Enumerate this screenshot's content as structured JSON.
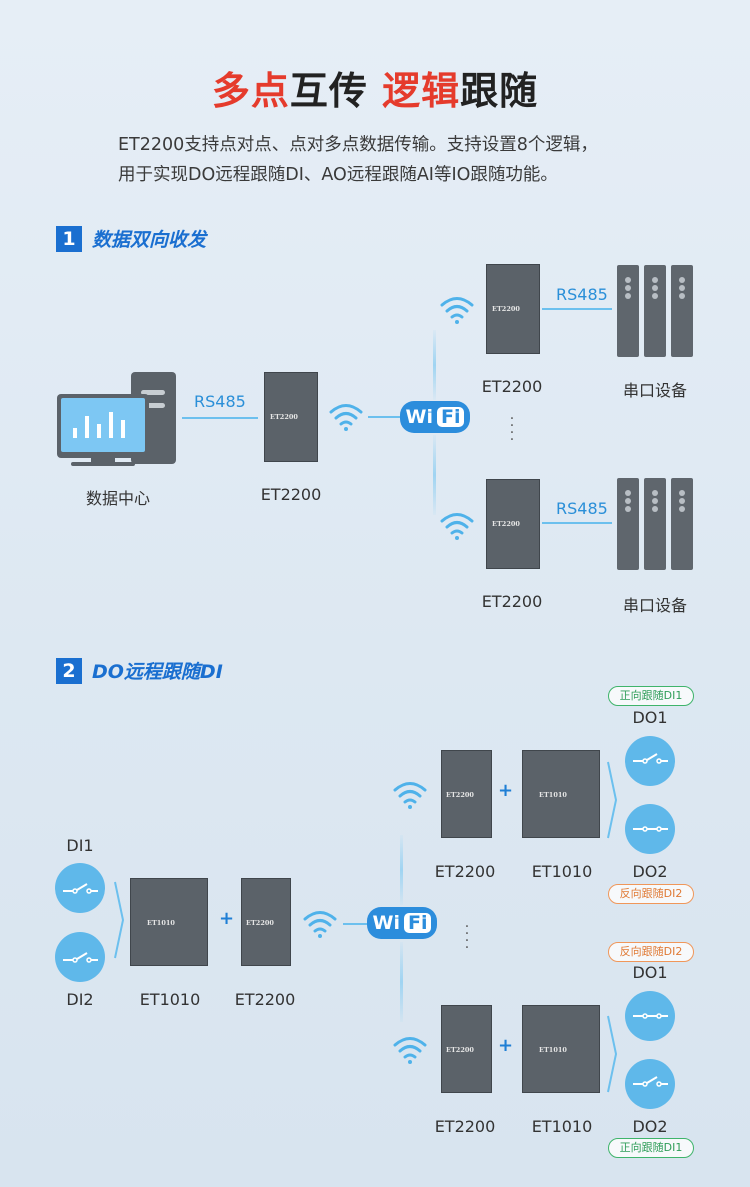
{
  "header": {
    "title_red_1": "多点",
    "title_dark_1": "互传",
    "title_red_2": "逻辑",
    "title_dark_2": "跟随",
    "desc_line1": "ET2200支持点对点、点对多点数据传输。支持设置8个逻辑，",
    "desc_line2": "用于实现DO远程跟随DI、AO远程跟随AI等IO跟随功能。"
  },
  "section1": {
    "num": "1",
    "title": "数据双向收发",
    "rs485": "RS485",
    "data_center": "数据中心",
    "et2200": "ET2200",
    "serial_device": "串口设备",
    "module_text": "ET2200",
    "wifi_wi": "Wi",
    "wifi_fi": "Fi"
  },
  "section2": {
    "num": "2",
    "title": "DO远程跟随DI",
    "di1": "DI1",
    "di2": "DI2",
    "do1": "DO1",
    "do2": "DO2",
    "et1010": "ET1010",
    "et2200": "ET2200",
    "module_et1010": "ET1010",
    "module_et2200": "ET2200",
    "plus": "+",
    "follow_do1_top": "正向跟随DI1",
    "follow_do2_top": "反向跟随DI2",
    "follow_do1_bottom": "反向跟随DI2",
    "follow_do2_bottom": "正向跟随DI1",
    "wifi_wi": "Wi",
    "wifi_fi": "Fi"
  },
  "colors": {
    "accent_red": "#e53b2c",
    "accent_blue": "#1a6fd0",
    "line_blue": "#6cc0ee",
    "pill_green": "#3fb46b",
    "pill_orange": "#f0975a"
  },
  "icons": [
    "computer-icon",
    "wifi-signal-icon",
    "wifi-badge-icon",
    "serial-device-icon",
    "switch-icon",
    "module-icon"
  ]
}
